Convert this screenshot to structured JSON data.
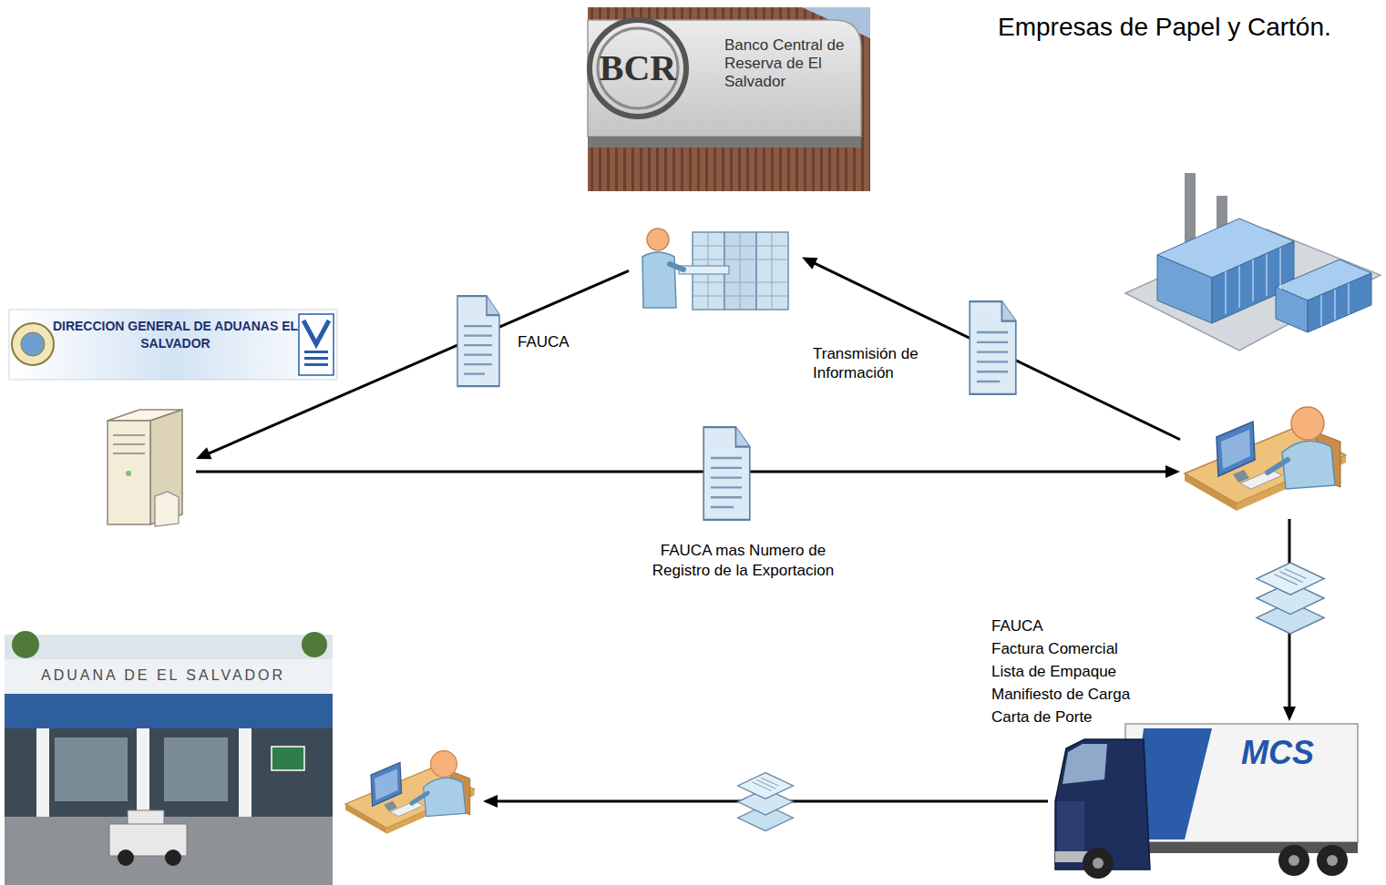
{
  "diagram": {
    "nodes": [
      {
        "text": [
          "BCR",
          "Banco Central de Reserva de El Salvador"
        ]
      },
      {
        "text": [
          "DIRECCION GENERAL DE ADUANAS EL SALVADOR"
        ]
      },
      {
        "text": [
          "Empresas de Papel y Cartón."
        ]
      },
      {
        "text": [
          "MCS"
        ]
      },
      {
        "text": [
          "ADUANA DE EL SALVADOR"
        ]
      }
    ],
    "edges": [
      {
        "from": 2,
        "to": 0,
        "label": "Transmisión de Información",
        "arrow": "to"
      },
      {
        "from": 0,
        "to": 1,
        "label": "FAUCA",
        "arrow": "to"
      },
      {
        "from": 1,
        "to": 2,
        "label": "FAUCA mas Numero de Registro de la Exportacion",
        "arrow": "to"
      },
      {
        "from": 2,
        "to": 3,
        "arrow": "to"
      },
      {
        "from": 3,
        "to": 4,
        "arrow": "to"
      }
    ],
    "labels": [
      "FAUCA",
      "Factura Comercial",
      "Lista de Empaque",
      "Manifiesto de Carga",
      "Carta de Porte"
    ]
  }
}
